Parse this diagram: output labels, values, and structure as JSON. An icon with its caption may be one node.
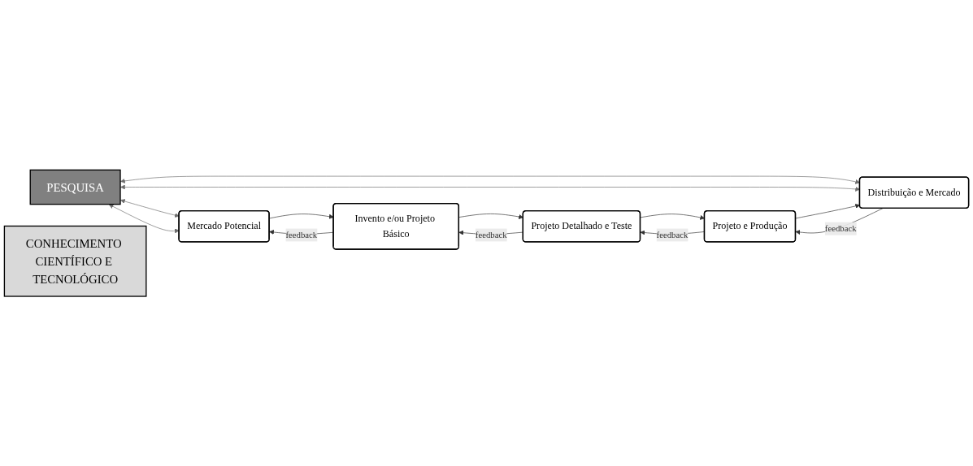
{
  "diagram": {
    "nodes": [
      {
        "text": [
          "PESQUISA"
        ]
      },
      {
        "text": [
          "CONHECIMENTO CIENTÍFICO E TECNOLÓGICO"
        ]
      },
      {
        "text": [
          "Mercado Potencial"
        ]
      },
      {
        "text": [
          "Invento e/ou Projeto Básico"
        ]
      },
      {
        "text": [
          "Projeto Detalhado e Teste"
        ]
      },
      {
        "text": [
          "Projeto e Produção"
        ]
      },
      {
        "text": [
          "Distribuição e Mercado"
        ]
      }
    ],
    "edges": [
      {
        "from": 0,
        "to": 2,
        "arrow": "both",
        "color": "#6e6e6e"
      },
      {
        "from": 0,
        "to": 2,
        "arrow": "both",
        "color": "#6e6e6e"
      },
      {
        "from": 0,
        "to": 6,
        "arrow": "both",
        "color": "#6e6e6e"
      },
      {
        "from": 0,
        "to": 6,
        "arrow": "both",
        "color": "#6e6e6e"
      },
      {
        "from": 2,
        "to": 3,
        "arrow": "to"
      },
      {
        "from": 3,
        "to": 4,
        "arrow": "to"
      },
      {
        "from": 4,
        "to": 5,
        "arrow": "to"
      },
      {
        "from": 5,
        "to": 6,
        "arrow": "to"
      },
      {
        "from": 3,
        "to": 2,
        "arrow": "to",
        "label": "feedback"
      },
      {
        "from": 4,
        "to": 3,
        "arrow": "to",
        "label": "feedback"
      },
      {
        "from": 5,
        "to": 4,
        "arrow": "to",
        "label": "feedback"
      },
      {
        "from": 6,
        "to": 5,
        "arrow": "to",
        "label": "feedback"
      }
    ]
  }
}
